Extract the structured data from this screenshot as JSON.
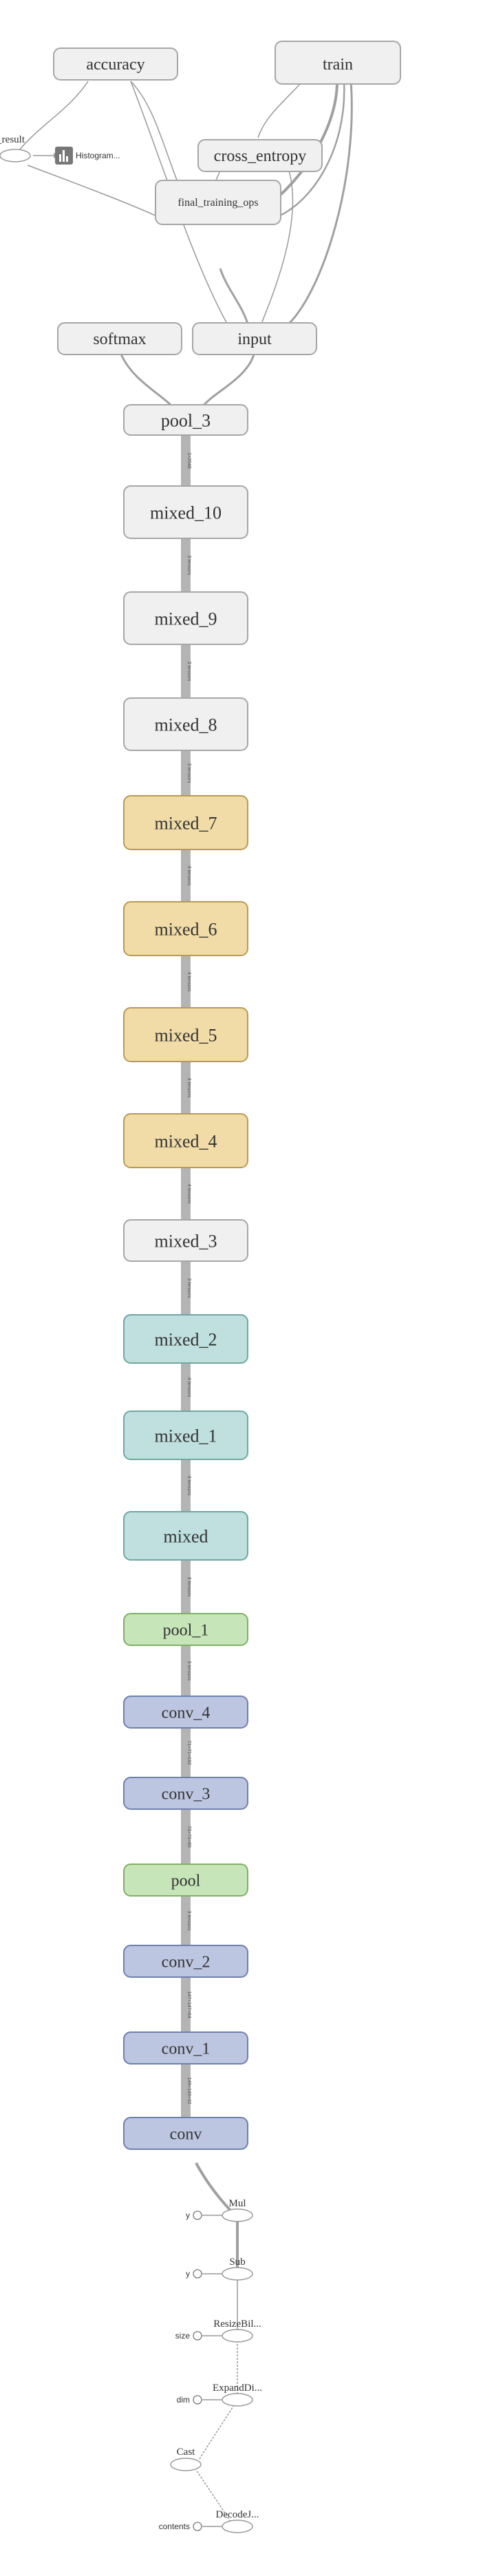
{
  "graph": {
    "top_nodes": {
      "accuracy": "accuracy",
      "train": "train",
      "cross_entropy": "cross_entropy",
      "final_training_ops": "final_training_ops",
      "softmax": "softmax",
      "input": "input",
      "final_result": "al_result",
      "histogram": "Histogram..."
    },
    "main_chain": [
      {
        "id": "pool_3",
        "label": "pool_3",
        "color": "gray"
      },
      {
        "id": "mixed_10",
        "label": "mixed_10",
        "color": "gray"
      },
      {
        "id": "mixed_9",
        "label": "mixed_9",
        "color": "gray"
      },
      {
        "id": "mixed_8",
        "label": "mixed_8",
        "color": "gray"
      },
      {
        "id": "mixed_7",
        "label": "mixed_7",
        "color": "orange"
      },
      {
        "id": "mixed_6",
        "label": "mixed_6",
        "color": "orange"
      },
      {
        "id": "mixed_5",
        "label": "mixed_5",
        "color": "orange"
      },
      {
        "id": "mixed_4",
        "label": "mixed_4",
        "color": "orange"
      },
      {
        "id": "mixed_3",
        "label": "mixed_3",
        "color": "gray"
      },
      {
        "id": "mixed_2",
        "label": "mixed_2",
        "color": "teal"
      },
      {
        "id": "mixed_1",
        "label": "mixed_1",
        "color": "teal"
      },
      {
        "id": "mixed",
        "label": "mixed",
        "color": "teal"
      },
      {
        "id": "pool_1",
        "label": "pool_1",
        "color": "green"
      },
      {
        "id": "conv_4",
        "label": "conv_4",
        "color": "blue"
      },
      {
        "id": "conv_3",
        "label": "conv_3",
        "color": "blue"
      },
      {
        "id": "pool",
        "label": "pool",
        "color": "green"
      },
      {
        "id": "conv_2",
        "label": "conv_2",
        "color": "blue"
      },
      {
        "id": "conv_1",
        "label": "conv_1",
        "color": "blue"
      },
      {
        "id": "conv",
        "label": "conv",
        "color": "blue"
      }
    ],
    "chain_edge_labels": [
      "1×2048",
      "3 tensors",
      "3 tensors",
      "3 tensors",
      "4 tensors",
      "4 tensors",
      "4 tensors",
      "4 tensors",
      "3 tensors",
      "4 tensors",
      "4 tensors",
      "3 tensors",
      "3 tensors",
      "71×71×192",
      "73×73×80",
      "3 tensors",
      "147×147×64",
      "149×149×32"
    ],
    "bottom_ops": {
      "mul": "Mul",
      "sub": "Sub",
      "resize": "ResizeBil...",
      "expand": "ExpandDi...",
      "cast": "Cast",
      "decode": "DecodeJ...",
      "y1": "y",
      "y2": "y",
      "size": "size",
      "dim": "dim",
      "contents": "contents"
    },
    "colors": {
      "gray_fill": "#f0f0f0",
      "gray_stroke": "#a6a6a6",
      "orange_fill": "#f1dca7",
      "orange_stroke": "#b89a55",
      "teal_fill": "#bfe0de",
      "teal_stroke": "#6da7a2",
      "green_fill": "#c6e5b8",
      "green_stroke": "#7fb066",
      "blue_fill": "#bdc6e0",
      "blue_stroke": "#6f7fae"
    }
  }
}
